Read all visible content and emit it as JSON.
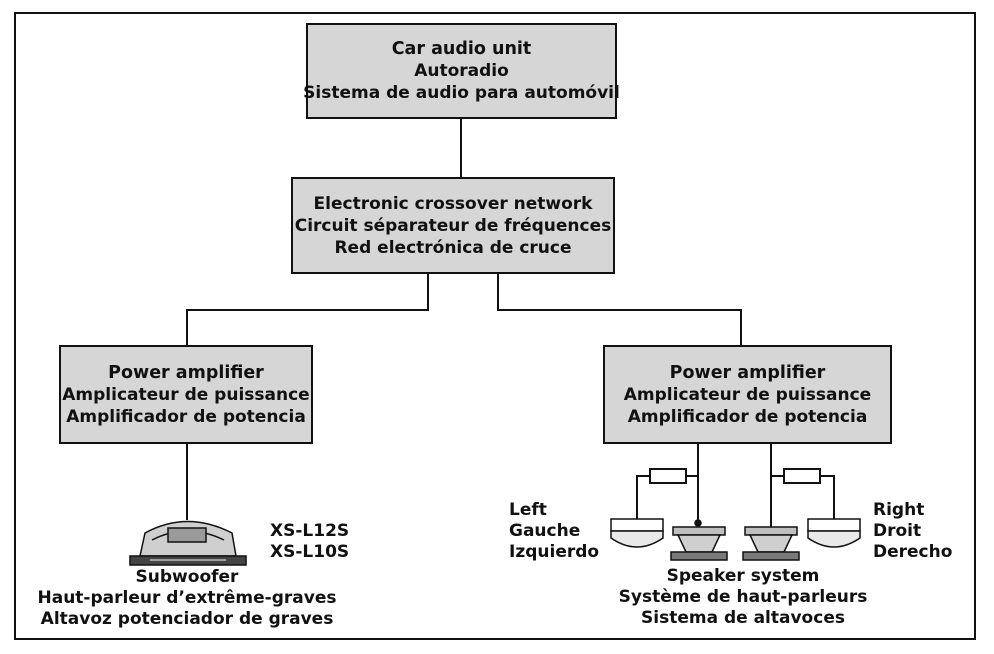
{
  "car_audio_unit": {
    "lines": [
      "Car audio unit",
      "Autoradio",
      "Sistema de audio para automóvil"
    ]
  },
  "crossover": {
    "lines": [
      "Electronic crossover network",
      "Circuit séparateur de fréquences",
      "Red electrónica de cruce"
    ]
  },
  "amp_left": {
    "lines": [
      "Power amplifier",
      "Amplicateur de puissance",
      "Amplificador de potencia"
    ]
  },
  "amp_right": {
    "lines": [
      "Power amplifier",
      "Amplicateur de puissance",
      "Amplificador de potencia"
    ]
  },
  "subwoofer": {
    "models": [
      "XS-L12S",
      "XS-L10S"
    ],
    "lines": [
      "Subwoofer",
      "Haut-parleur d’extrême-graves",
      "Altavoz potenciador de graves"
    ]
  },
  "left_label": [
    "Left",
    "Gauche",
    "Izquierdo"
  ],
  "right_label": [
    "Right",
    "Droit",
    "Derecho"
  ],
  "speaker_system": {
    "lines": [
      "Speaker system",
      "Système de haut-parleurs",
      "Sistema de altavoces"
    ]
  },
  "icons": [
    "subwoofer-icon",
    "tweeter-left-icon",
    "woofer-left-icon",
    "woofer-right-icon",
    "tweeter-right-icon",
    "crossover-filter-icon"
  ]
}
